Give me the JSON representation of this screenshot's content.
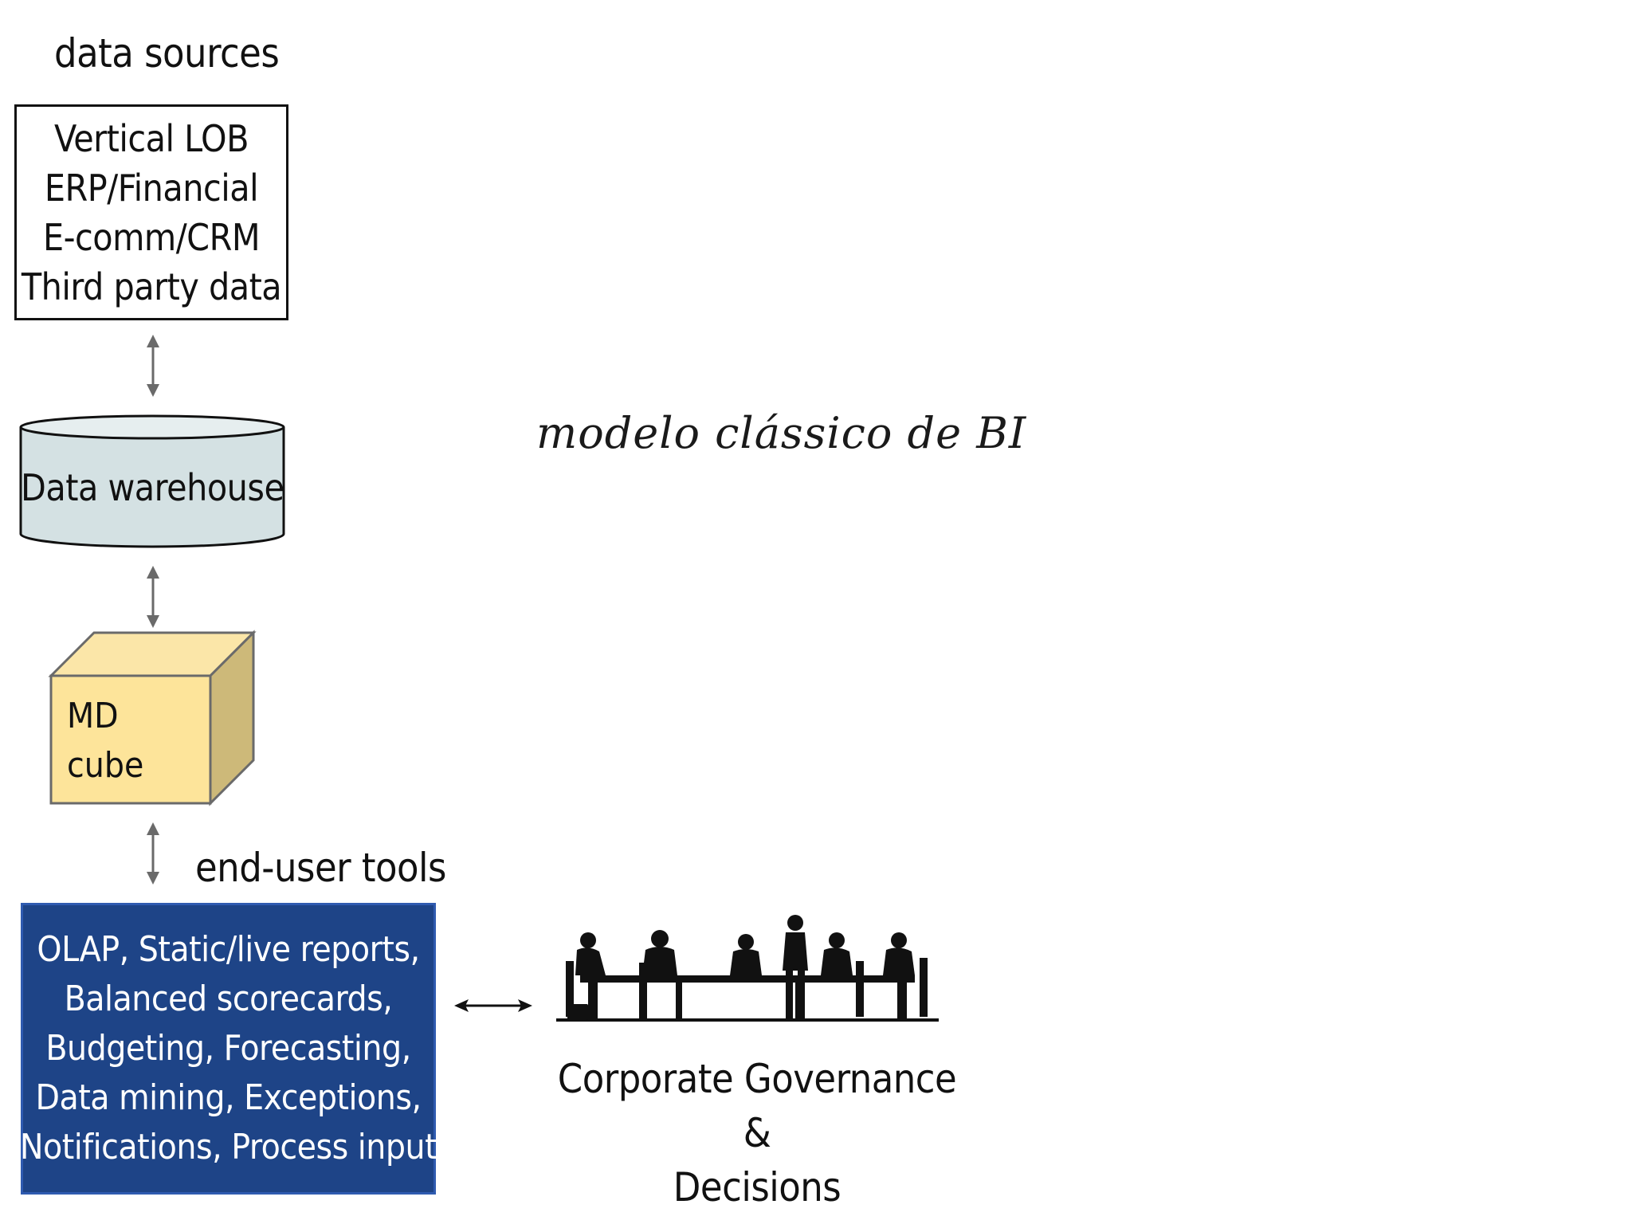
{
  "headings": {
    "data_sources": "data sources",
    "end_user_tools": "end-user tools"
  },
  "sources": {
    "lines": [
      "Vertical LOB",
      "ERP/Financial",
      "E-comm/CRM",
      "Third party data"
    ]
  },
  "warehouse": {
    "label": "Data warehouse"
  },
  "cube": {
    "line1": "MD",
    "line2": "cube"
  },
  "tools": {
    "lines": [
      "OLAP, Static/live reports,",
      "Balanced scorecards,",
      "Budgeting, Forecasting,",
      "Data mining, Exceptions,",
      "Notifications, Process input"
    ]
  },
  "subtitle": "modelo clássico de BI",
  "governance": {
    "line1": "Corporate Governance &",
    "line2": "Decisions"
  },
  "colors": {
    "warehouse_fill": "#d4e1e3",
    "cube_front": "#fde49a",
    "cube_side": "#cdb979",
    "tools_fill": "#1e4487",
    "arrow_gray": "#6a6a6a"
  },
  "icons": {
    "meeting": "boardroom-meeting-silhouette-icon"
  }
}
